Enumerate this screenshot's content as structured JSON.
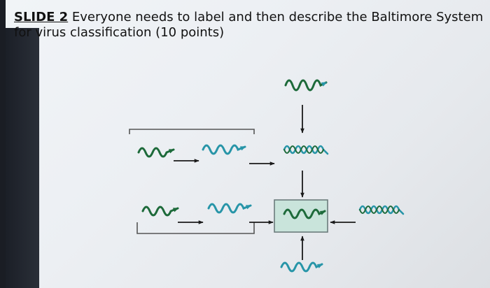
{
  "slide": {
    "label": "SLIDE 2",
    "instruction": "Everyone needs to label and then describe the Baltimore System for virus classification (10 points)"
  },
  "colors": {
    "dark_green": "#1d6a3a",
    "teal": "#2795a8",
    "arrow": "#1a1a1a",
    "box_border": "#6c7c7c",
    "box_fill": "#c9e4db",
    "bracket": "#555555"
  },
  "diagram": {
    "type": "Baltimore classification schematic",
    "strands": [
      {
        "role": "top-dsRNA-strand",
        "color": "dark_green"
      },
      {
        "role": "first-row-strand-1",
        "color": "dark_green"
      },
      {
        "role": "first-row-strand-2",
        "color": "teal"
      },
      {
        "role": "first-row-double-strand",
        "color": "teal"
      },
      {
        "role": "second-row-strand-1",
        "color": "dark_green"
      },
      {
        "role": "second-row-strand-2",
        "color": "teal"
      },
      {
        "role": "boxed-mrna-strand",
        "color": "dark_green"
      },
      {
        "role": "right-double-strand",
        "color": "teal"
      },
      {
        "role": "bottom-strand",
        "color": "teal"
      }
    ]
  }
}
